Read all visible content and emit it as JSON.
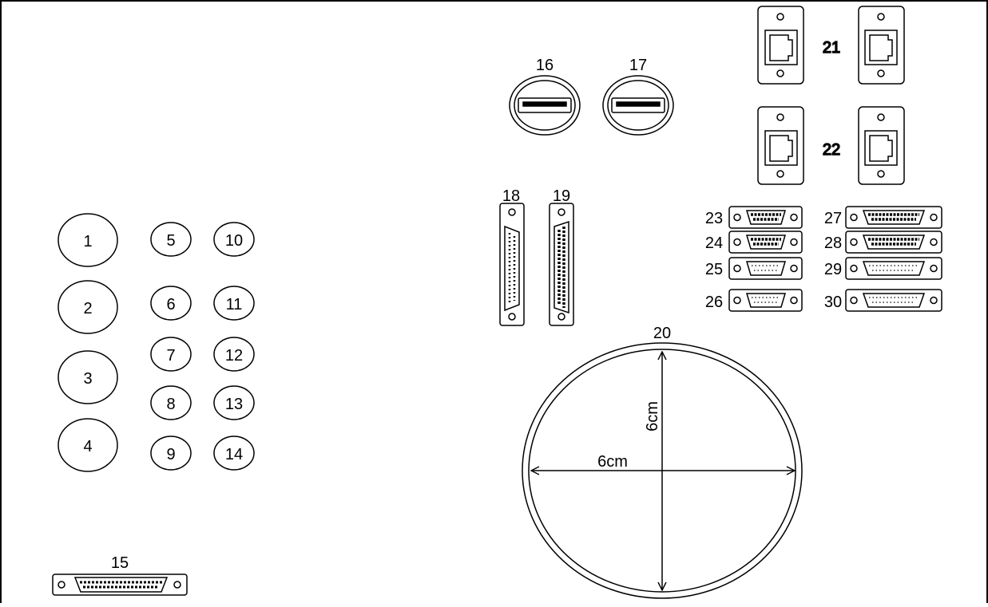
{
  "labels": {
    "c1": "1",
    "c2": "2",
    "c3": "3",
    "c4": "4",
    "c5": "5",
    "c6": "6",
    "c7": "7",
    "c8": "8",
    "c9": "9",
    "c10": "10",
    "c11": "11",
    "c12": "12",
    "c13": "13",
    "c14": "14",
    "c15": "15",
    "c16": "16",
    "c17": "17",
    "c18": "18",
    "c19": "19",
    "c20": "20",
    "c21": "21",
    "c22": "22",
    "c23": "23",
    "c24": "24",
    "c25": "25",
    "c26": "26",
    "c27": "27",
    "c28": "28",
    "c29": "29",
    "c30": "30"
  },
  "dimensions": {
    "horizontal": "6cm",
    "vertical": "6cm"
  }
}
